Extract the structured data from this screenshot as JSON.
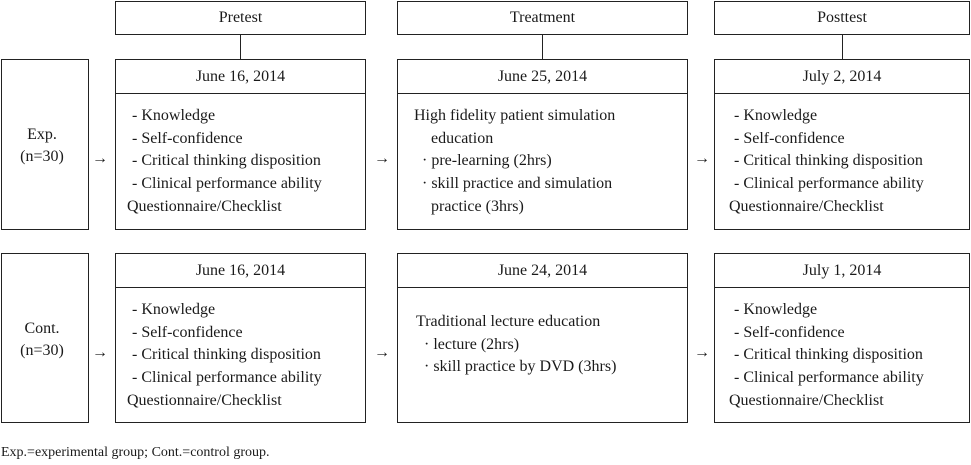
{
  "phases": [
    "Pretest",
    "Treatment",
    "Posttest"
  ],
  "arrow_glyph": "→",
  "exp_group": {
    "label": "Exp.",
    "n": "(n=30)",
    "pretest": {
      "date": "June 16, 2014",
      "lines": [
        "- Knowledge",
        "- Self-confidence",
        "- Critical thinking disposition",
        "- Clinical performance ability",
        "Questionnaire/Checklist"
      ]
    },
    "treatment": {
      "date": "June 25, 2014",
      "lines": [
        "High fidelity patient simulation",
        "education",
        "· pre-learning (2hrs)",
        "· skill practice and simulation",
        "practice (3hrs)"
      ]
    },
    "posttest": {
      "date": "July 2, 2014",
      "lines": [
        "- Knowledge",
        "- Self-confidence",
        "- Critical thinking disposition",
        "- Clinical performance ability",
        "Questionnaire/Checklist"
      ]
    }
  },
  "cont_group": {
    "label": "Cont.",
    "n": "(n=30)",
    "pretest": {
      "date": "June 16, 2014",
      "lines": [
        "- Knowledge",
        "- Self-confidence",
        "- Critical thinking disposition",
        "- Clinical performance ability",
        "Questionnaire/Checklist"
      ]
    },
    "treatment": {
      "date": "June 24, 2014",
      "lines": [
        "Traditional lecture education",
        "· lecture (2hrs)",
        "· skill practice by DVD (3hrs)"
      ]
    },
    "posttest": {
      "date": "July 1, 2014",
      "lines": [
        "- Knowledge",
        "- Self-confidence",
        "- Critical thinking disposition",
        "- Clinical performance ability",
        "Questionnaire/Checklist"
      ]
    }
  },
  "footnote": "Exp.=experimental group; Cont.=control group."
}
